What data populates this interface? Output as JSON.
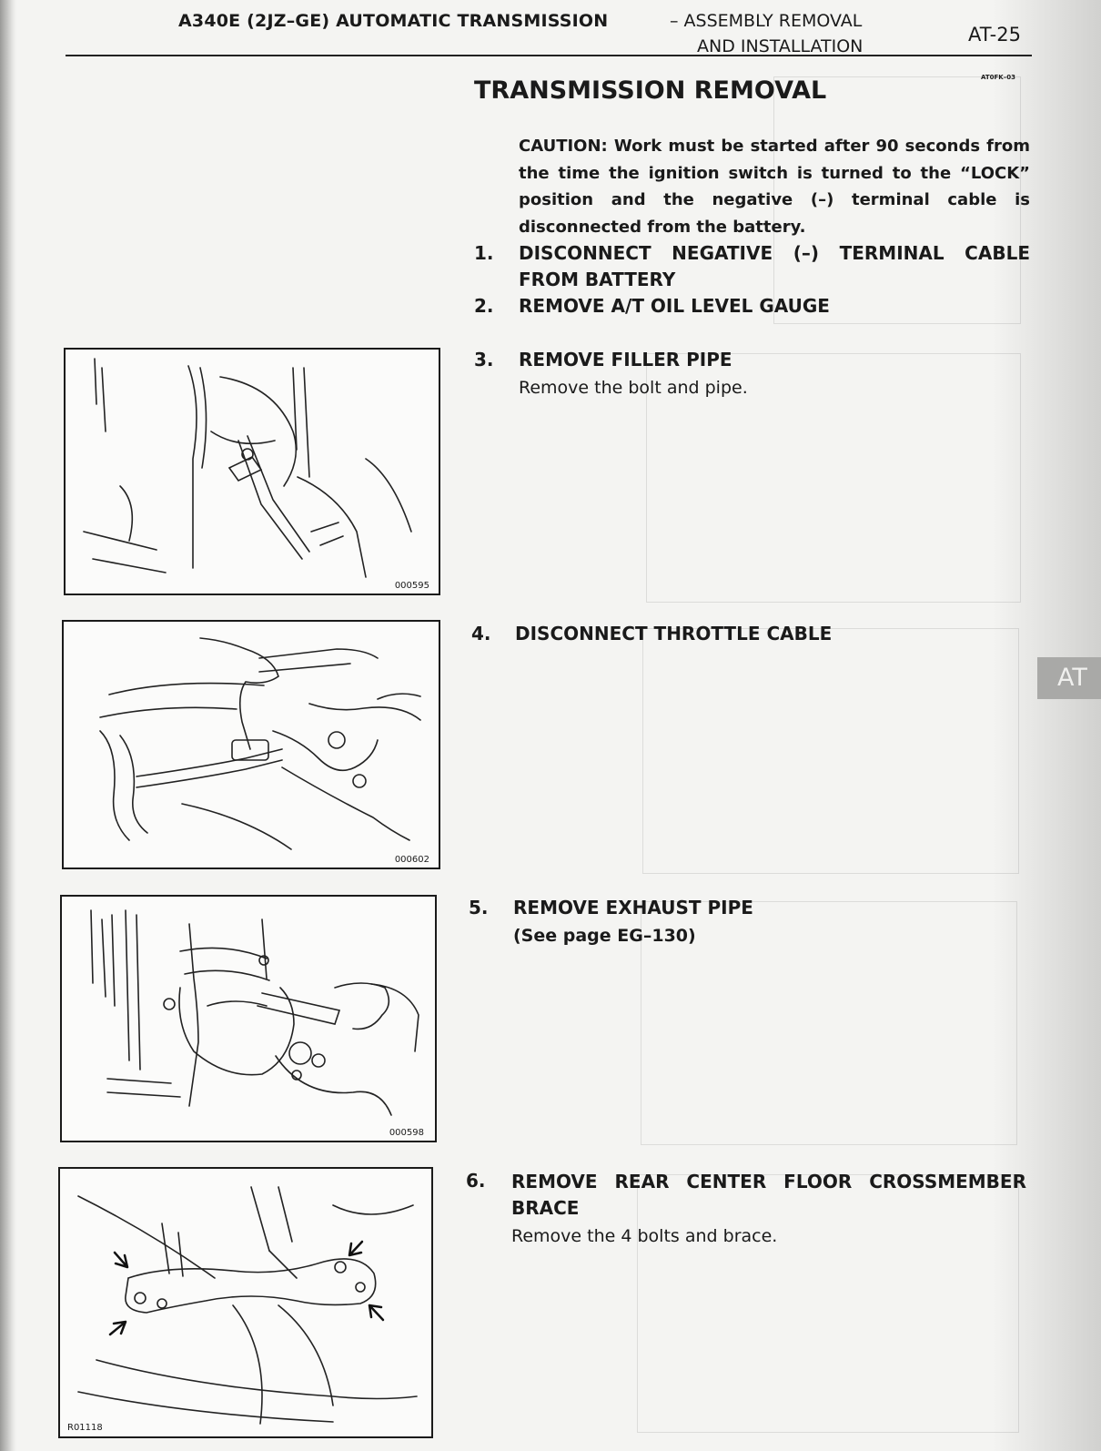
{
  "header": {
    "title": "A340E (2JZ–GE) AUTOMATIC TRANSMISSION",
    "subtitle_line1": "–  ASSEMBLY REMOVAL",
    "subtitle_line2": "AND INSTALLATION",
    "page_number": "AT-25",
    "doc_code": "AT0FK–03"
  },
  "section_title": "TRANSMISSION REMOVAL",
  "caution": "CAUTION: Work must be started after 90 seconds from the time the ignition switch is turned to the “LOCK” position and the negative (–) terminal cable is disconnected from the battery.",
  "steps": [
    {
      "num": "1.",
      "heading": "DISCONNECT NEGATIVE (–) TERMINAL CABLE FROM BATTERY",
      "body": ""
    },
    {
      "num": "2.",
      "heading": "REMOVE A/T OIL LEVEL GAUGE",
      "body": ""
    },
    {
      "num": "3.",
      "heading": "REMOVE FILLER PIPE",
      "body": "Remove the bolt and pipe."
    },
    {
      "num": "4.",
      "heading": "DISCONNECT THROTTLE CABLE",
      "body": ""
    },
    {
      "num": "5.",
      "heading": "REMOVE EXHAUST PIPE",
      "body": "(See page EG–130)"
    },
    {
      "num": "6.",
      "heading": "REMOVE REAR CENTER FLOOR CROSSMEMBER BRACE",
      "body": "Remove the 4 bolts and brace."
    }
  ],
  "figures": [
    {
      "id": "000595"
    },
    {
      "id": "000602"
    },
    {
      "id": "000598"
    },
    {
      "id": "R01118"
    }
  ],
  "side_tab": "AT"
}
